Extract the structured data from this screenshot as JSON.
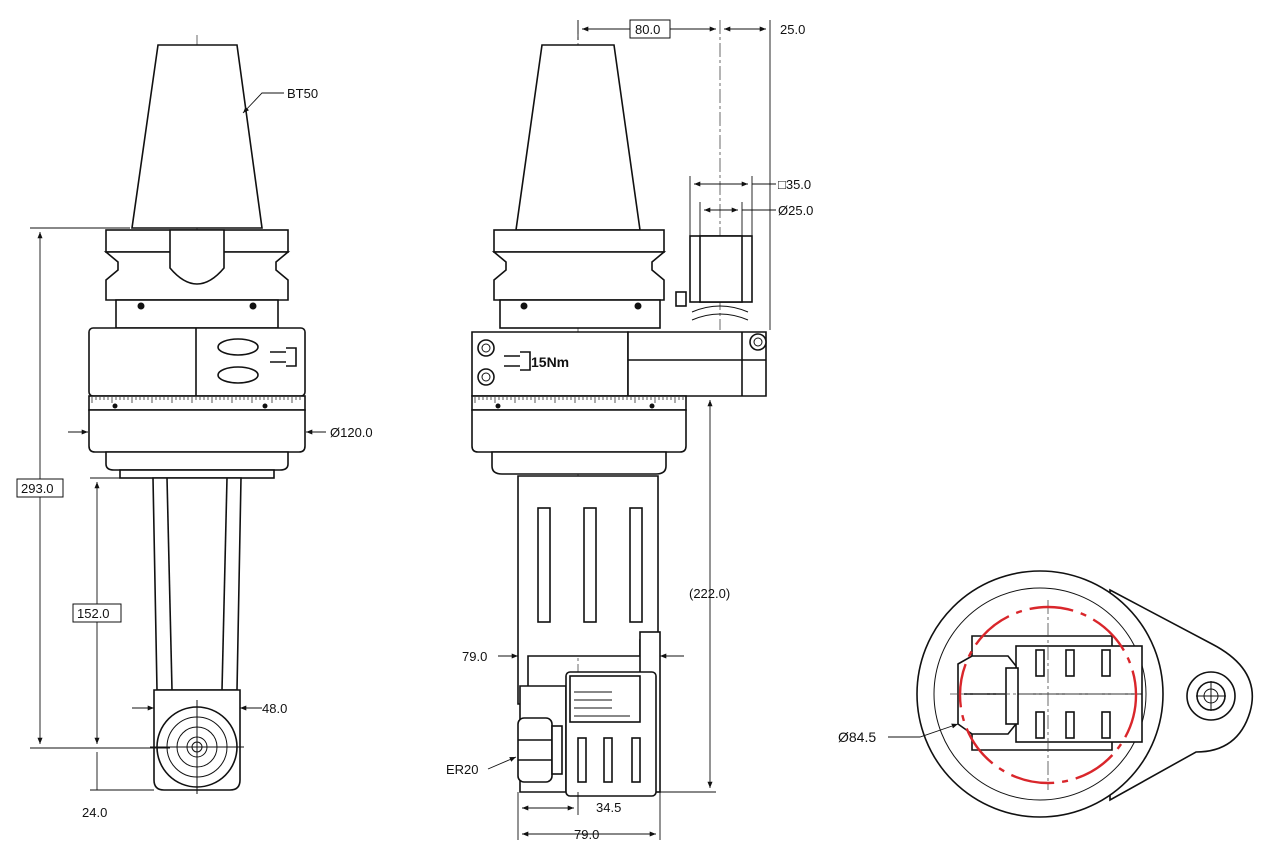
{
  "labels": {
    "taper": "BT50",
    "torque": "15Nm",
    "collet": "ER20"
  },
  "dimensions": {
    "overall_length": "293.0",
    "arm_length": "152.0",
    "diameter_body": "Ø120.0",
    "arm_width": "48.0",
    "nose_offset": "24.0",
    "offset_top": "80.0",
    "offset_right": "25.0",
    "square": "□35.0",
    "stop_diameter": "Ø25.0",
    "reach": "(222.0)",
    "side_width": "79.0",
    "bottom_width": "79.0",
    "collet_offset": "34.5",
    "bottom_diameter": "Ø84.5"
  },
  "colors": {
    "line": "#111111",
    "highlight": "#d9262b"
  }
}
